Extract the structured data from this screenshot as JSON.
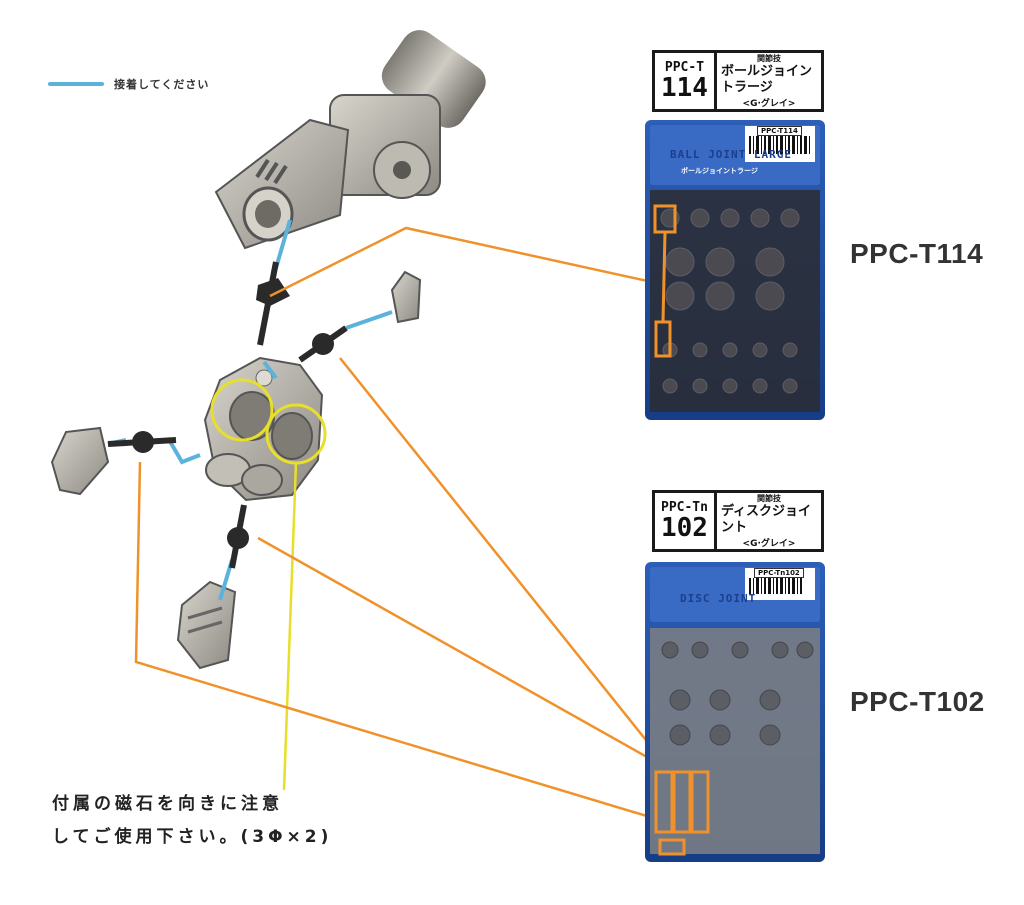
{
  "legend": {
    "label": "接着してください",
    "line_color": "#5bb3dc"
  },
  "products": [
    {
      "series": "PPC-T",
      "number": "114",
      "category": "関節技",
      "name": "ボールジョイントラージ",
      "color_label": "<G·グレイ>",
      "display_name": "PPC-T114",
      "package_code": "PPC-T114",
      "package_title": "BALL JOINT LARGE",
      "package_subtitle": "ボールジョイントラージ"
    },
    {
      "series": "PPC-Tn",
      "number": "102",
      "category": "関節技",
      "name": "ディスクジョイント",
      "color_label": "<G·グレイ>",
      "display_name": "PPC-T102",
      "package_code": "PPC-Tn102",
      "package_title": "DISC JOINT",
      "package_subtitle": ""
    }
  ],
  "note": {
    "line1": "付属の磁石を向きに注意",
    "line2": "してご使用下さい。(3Φ×2)"
  },
  "colors": {
    "glue_line": "#5bb3dc",
    "pointer_line": "#f0922b",
    "magnet_circle": "#e8df2a",
    "joint": "#2a2a2a",
    "part_gray": "#b9b6ae"
  }
}
